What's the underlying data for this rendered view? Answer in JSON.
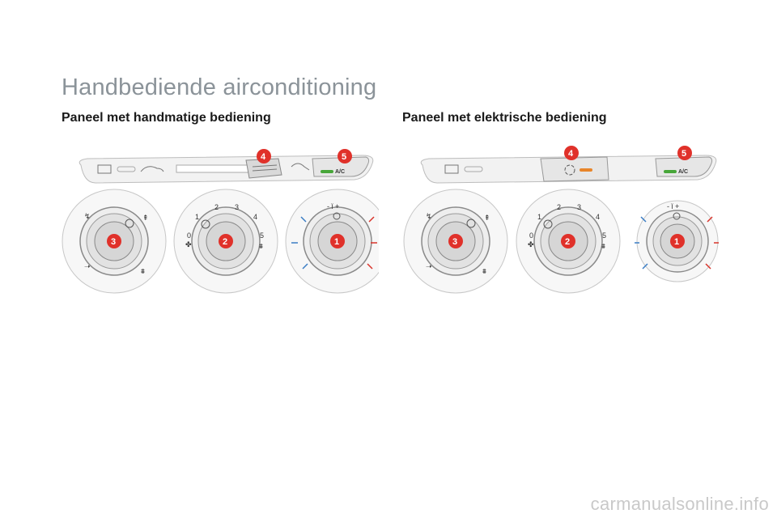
{
  "page": {
    "title": "Handbediende airconditioning",
    "footer": "carmanualsonline.info"
  },
  "panels": [
    {
      "heading": "Paneel met handmatige bediening",
      "callouts": [
        "4",
        "5",
        "3",
        "2",
        "1"
      ],
      "ac_label": "A/C",
      "fan_scale": [
        "0",
        "1",
        "2",
        "3",
        "4",
        "5"
      ]
    },
    {
      "heading": "Paneel met elektrische bediening",
      "callouts": [
        "4",
        "5",
        "3",
        "2",
        "1"
      ],
      "ac_label": "A/C",
      "fan_scale": [
        "0",
        "1",
        "2",
        "3",
        "4",
        "5"
      ]
    }
  ],
  "colors": {
    "callout": "#e0312a",
    "title": "#8b9399",
    "ac_led": "#47a639",
    "recirc_led": "#e8852a",
    "cold": "#3b7dc4",
    "hot": "#d9342b"
  }
}
